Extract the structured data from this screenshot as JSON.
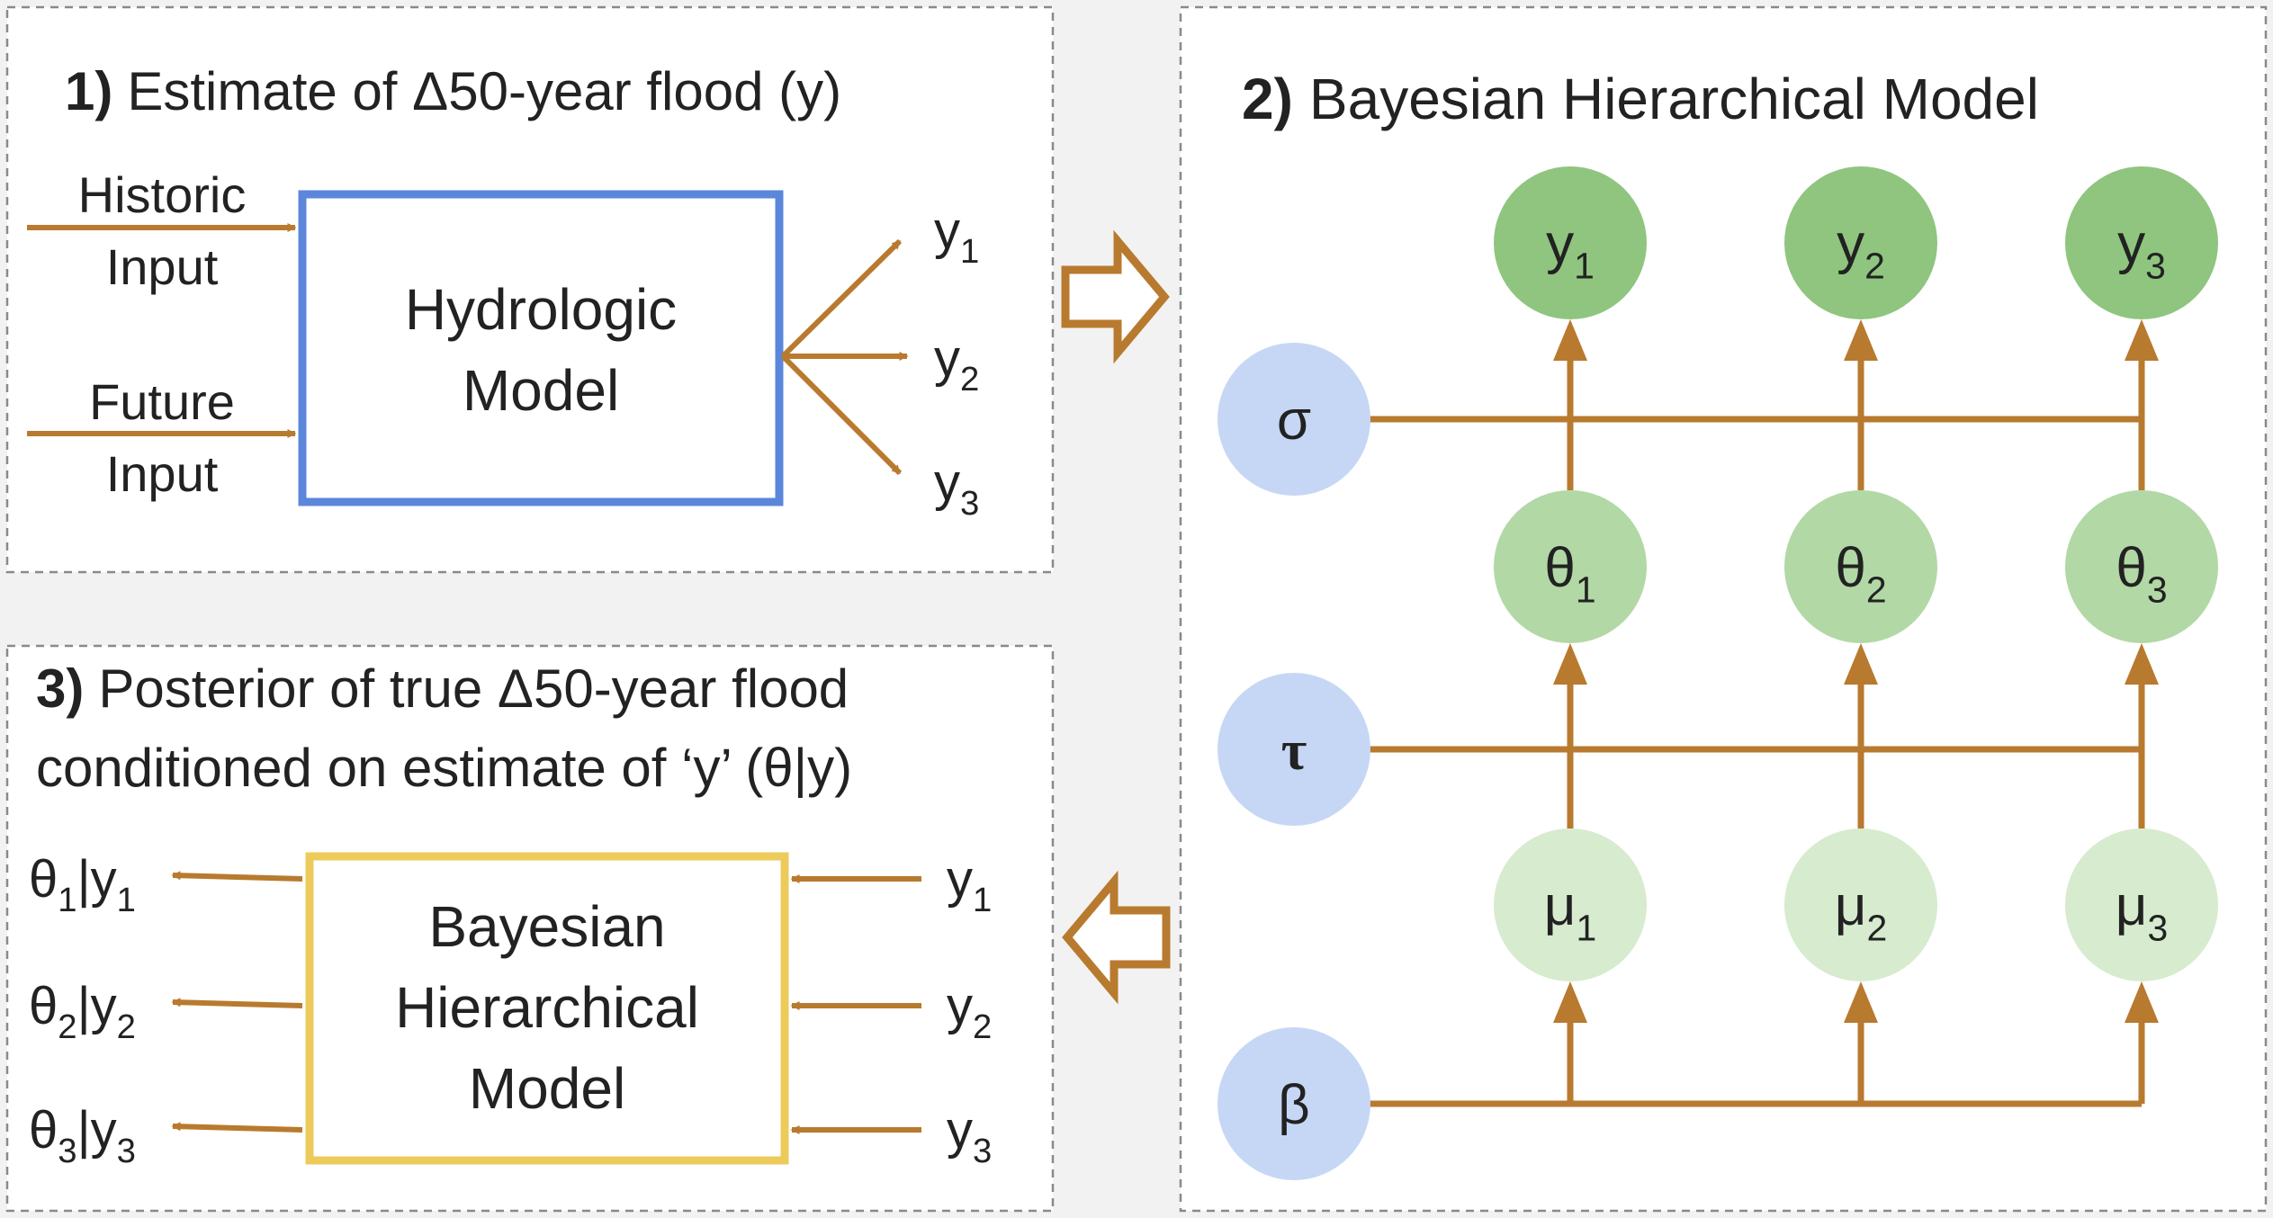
{
  "colors": {
    "arrow": "#b87a2e",
    "hydro_box": "#5b87db",
    "bayes_box": "#edcb5a",
    "node_blue": "#c6d7f5",
    "node_y": "#8fc57f",
    "node_theta": "#b2d8a5",
    "node_mu": "#d7ebcf",
    "panel_border": "#8a8a8a",
    "background": "#f2f2f2",
    "panel_bg": "#ffffff"
  },
  "panel1": {
    "num": "1)",
    "title": "Estimate of Δ50-year flood (y)",
    "input1": [
      "Historic",
      "Input"
    ],
    "input2": [
      "Future",
      "Input"
    ],
    "box": [
      "Hydrologic",
      "Model"
    ],
    "outputs": [
      {
        "base": "y",
        "sub": "1"
      },
      {
        "base": "y",
        "sub": "2"
      },
      {
        "base": "y",
        "sub": "3"
      }
    ]
  },
  "panel2": {
    "num": "2)",
    "title": "Bayesian Hierarchical Model",
    "hyper": [
      "σ",
      "τ",
      "β"
    ],
    "y_nodes": [
      {
        "base": "y",
        "sub": "1"
      },
      {
        "base": "y",
        "sub": "2"
      },
      {
        "base": "y",
        "sub": "3"
      }
    ],
    "theta_nodes": [
      {
        "base": "θ",
        "sub": "1"
      },
      {
        "base": "θ",
        "sub": "2"
      },
      {
        "base": "θ",
        "sub": "3"
      }
    ],
    "mu_nodes": [
      {
        "base": "μ",
        "sub": "1"
      },
      {
        "base": "μ",
        "sub": "2"
      },
      {
        "base": "μ",
        "sub": "3"
      }
    ]
  },
  "panel3": {
    "num": "3)",
    "title_line1": "Posterior of true Δ50-year flood",
    "title_line2": "conditioned on estimate of ‘y’ (θ|y)",
    "box": [
      "Bayesian",
      "Hierarchical",
      "Model"
    ],
    "outputs": [
      {
        "base": "θ",
        "sub": "1",
        "cond": "|y",
        "sub2": "1"
      },
      {
        "base": "θ",
        "sub": "2",
        "cond": "|y",
        "sub2": "2"
      },
      {
        "base": "θ",
        "sub": "3",
        "cond": "|y",
        "sub2": "3"
      }
    ],
    "inputs": [
      {
        "base": "y",
        "sub": "1"
      },
      {
        "base": "y",
        "sub": "2"
      },
      {
        "base": "y",
        "sub": "3"
      }
    ]
  }
}
